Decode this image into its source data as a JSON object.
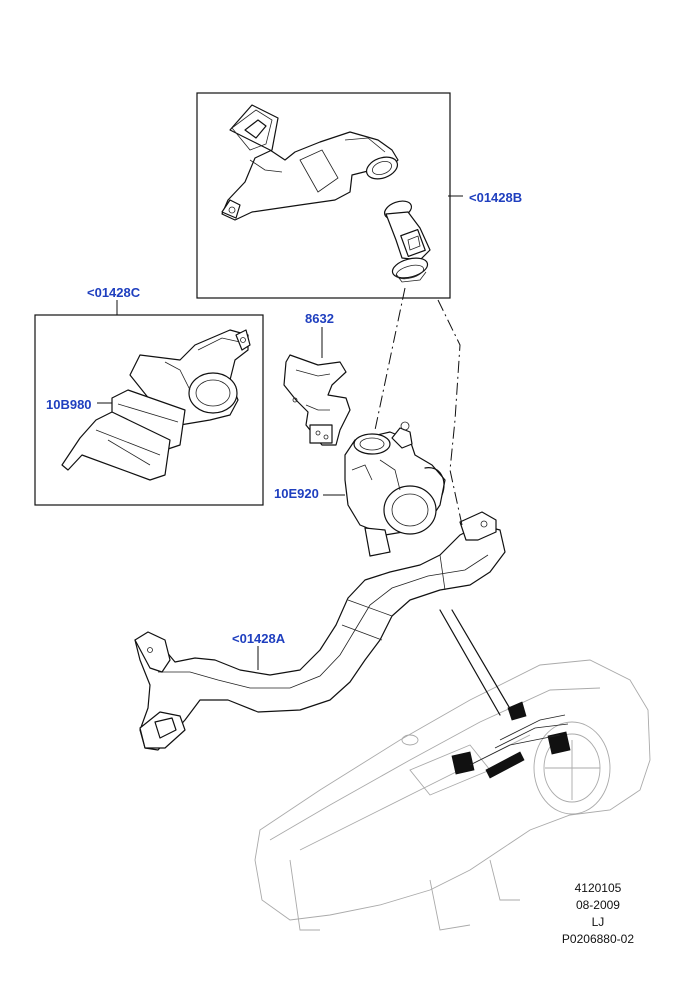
{
  "callouts": {
    "part_01428B": "<01428B",
    "part_01428C": "<01428C",
    "part_8632": "8632",
    "part_10B980": "10B980",
    "part_10E920": "10E920",
    "part_01428A": "<01428A"
  },
  "footer": {
    "code": "4120105",
    "date": "08-2009",
    "initials": "LJ",
    "reference": "P0206880-02"
  },
  "colors": {
    "callout_text": "#1f3fbf",
    "line_art": "#111111"
  }
}
